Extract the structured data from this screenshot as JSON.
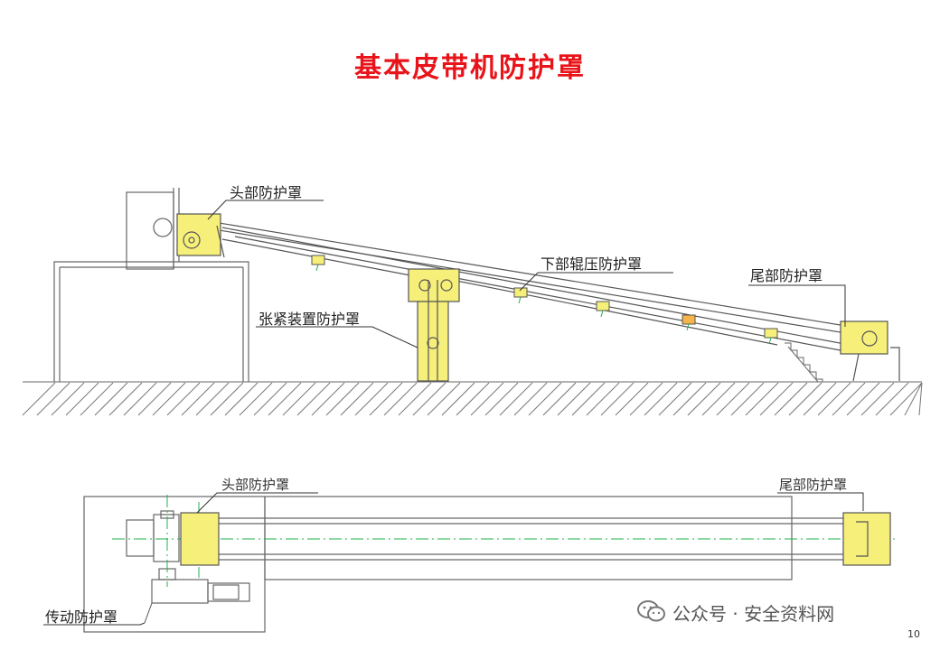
{
  "title": "基本皮带机防护罩",
  "side_view": {
    "labels": {
      "head_guard": "头部防护罩",
      "lower_roller_guard": "下部辊压防护罩",
      "tail_guard": "尾部防护罩",
      "tension_guard": "张紧装置防护罩"
    }
  },
  "top_view": {
    "labels": {
      "head_guard": "头部防护罩",
      "tail_guard": "尾部防护罩",
      "drive_guard": "传动防护罩"
    }
  },
  "watermark": {
    "text": "公众号 · 安全资料网"
  },
  "page_number": "10",
  "colors": {
    "title": "#e8141a",
    "guard_fill": "#f6ef7a",
    "guard_orange": "#f5b54a",
    "line": "#555555",
    "centerline": "#22b14c"
  }
}
